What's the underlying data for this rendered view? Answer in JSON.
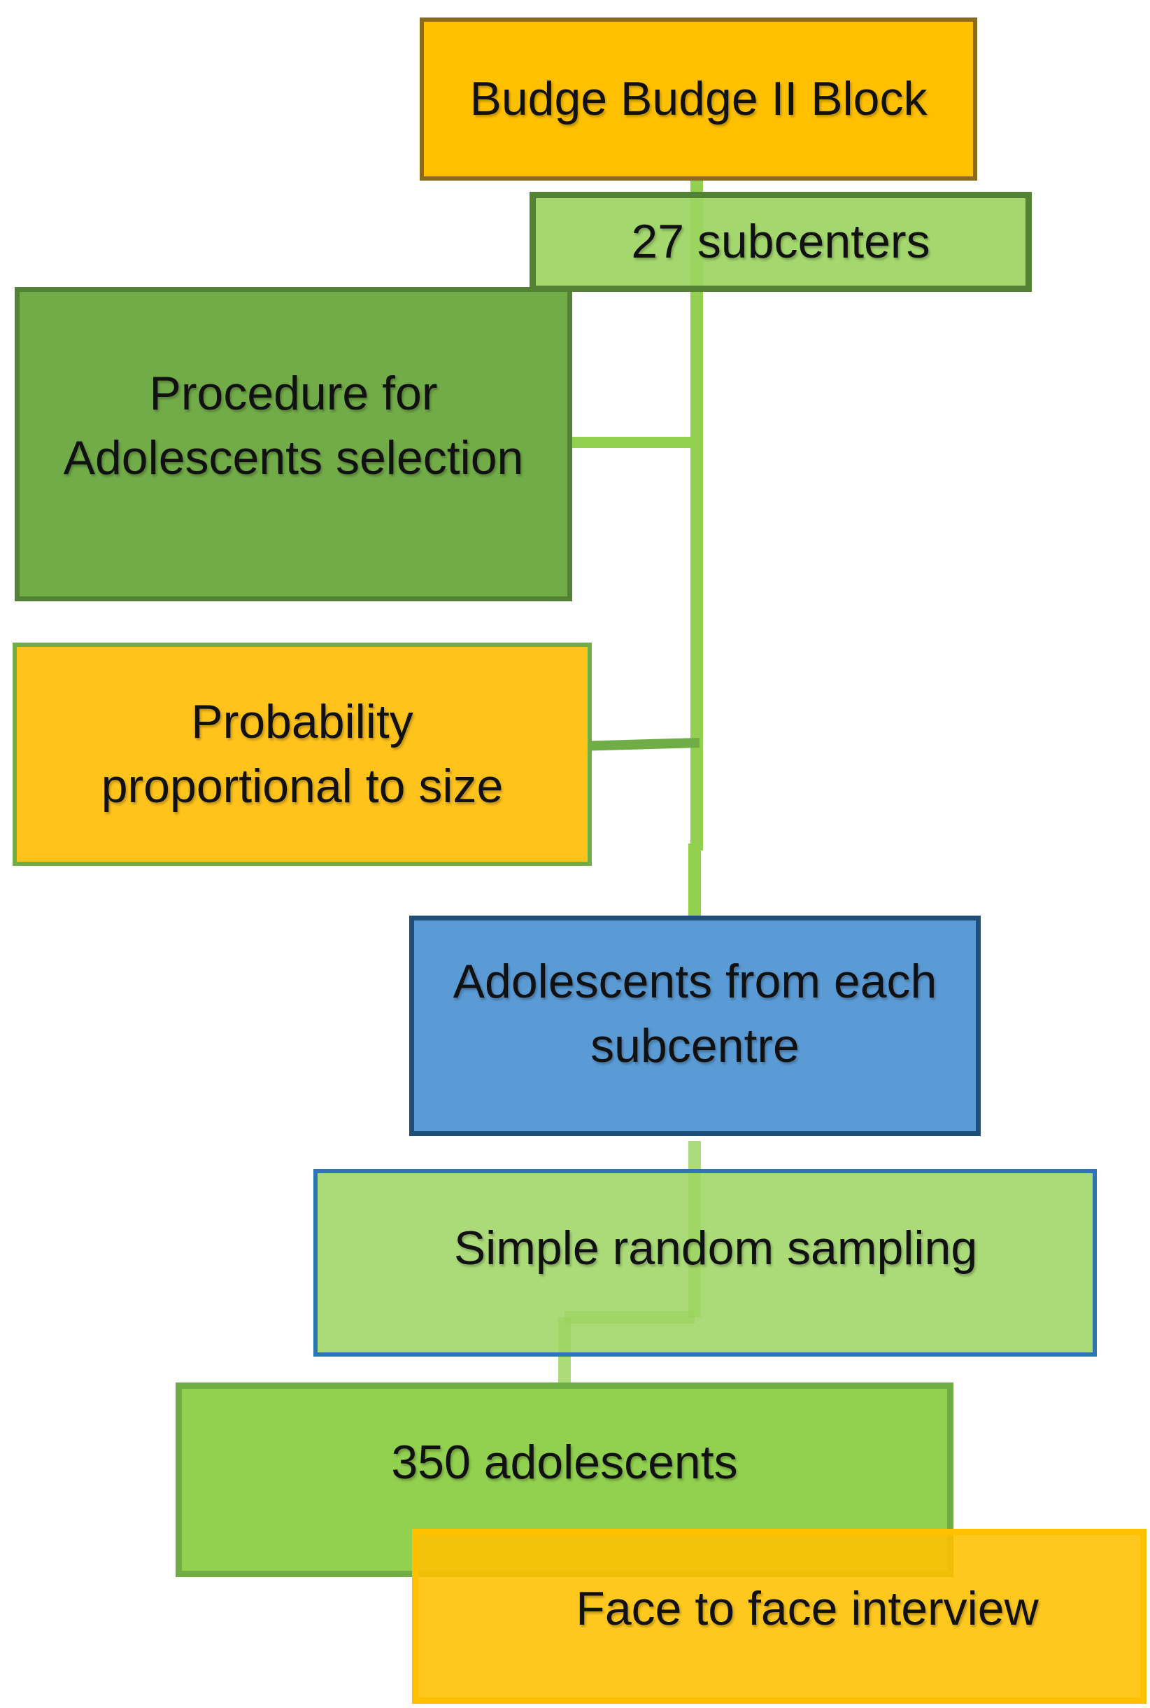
{
  "colors": {
    "orange": "#FFC000",
    "light_green": "#9CD562",
    "mid_green": "#72AC48",
    "blue": "#5B9BD5",
    "connector_green": "#92D050"
  },
  "nodes": {
    "block": {
      "label": "Budge  Budge II Block"
    },
    "subcenters": {
      "label": "27 subcenters"
    },
    "procedure": {
      "line1": "Procedure for",
      "line2": "Adolescents selection"
    },
    "pps": {
      "line1": "Probability",
      "line2": "proportional to size"
    },
    "adolescents_each": {
      "line1": "Adolescents from each",
      "line2": "subcentre"
    },
    "srs": {
      "label": "Simple random sampling"
    },
    "sample": {
      "label": "350  adolescents"
    },
    "interview": {
      "label": "Face to face interview"
    }
  }
}
